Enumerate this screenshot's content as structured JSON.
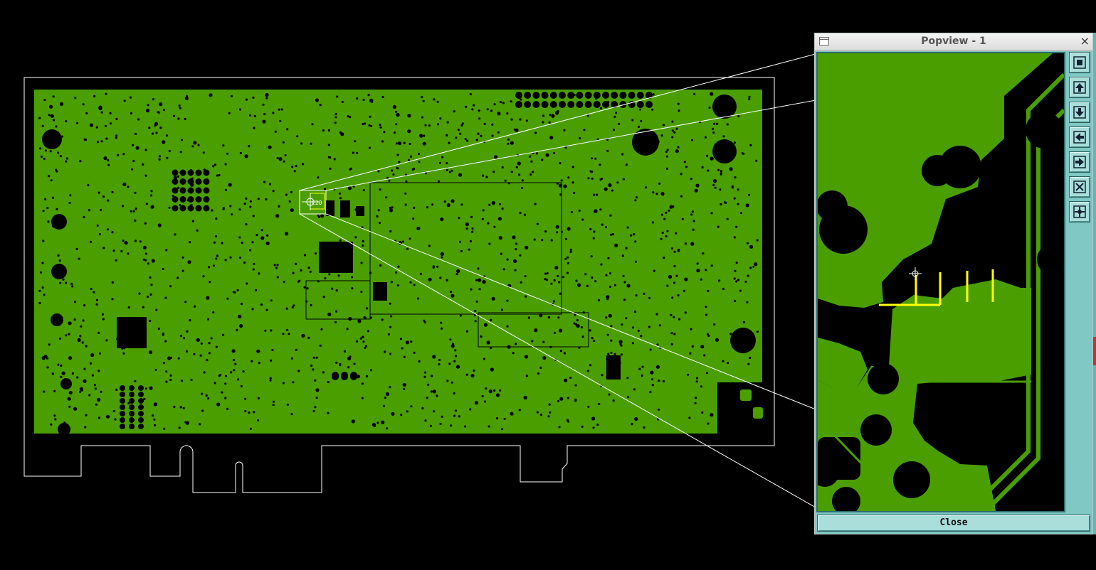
{
  "window": {
    "title": "Popview - 1",
    "close_label": "Close",
    "close_glyph": "×"
  },
  "board": {
    "refdes_label": "C20",
    "copper_color": "#4a9e00",
    "outline_color": "#ffffff",
    "highlight_color": "#ffff00"
  },
  "toolbar": {
    "items": [
      {
        "name": "zoom-fit-icon"
      },
      {
        "name": "pan-up-icon"
      },
      {
        "name": "pan-down-icon"
      },
      {
        "name": "pan-left-icon"
      },
      {
        "name": "pan-right-icon"
      },
      {
        "name": "zoom-out-icon"
      },
      {
        "name": "zoom-in-icon"
      }
    ]
  }
}
